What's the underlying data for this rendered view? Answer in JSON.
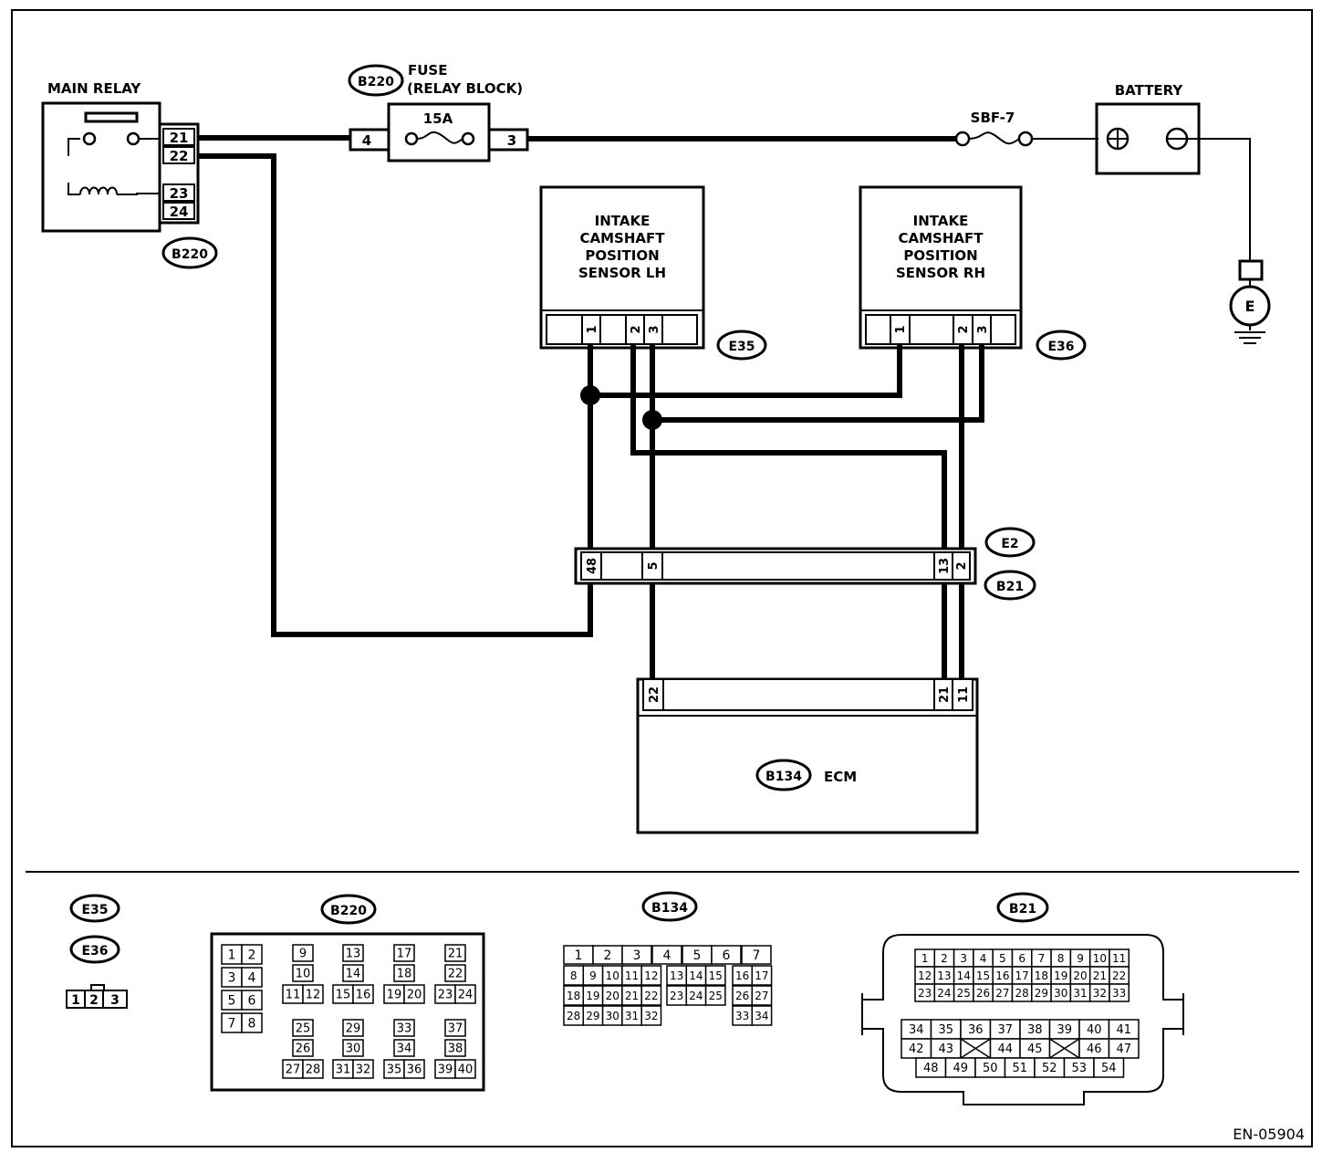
{
  "labels": {
    "main_relay": "MAIN RELAY",
    "fuse_title": "FUSE",
    "fuse_sub": "(RELAY BLOCK)",
    "fuse_rating": "15A",
    "sbf": "SBF-7",
    "battery": "BATTERY",
    "ground": "E",
    "ecm": "ECM",
    "figure_id": "EN-05904"
  },
  "sensor_lh": [
    "INTAKE",
    "CAMSHAFT",
    "POSITION",
    "SENSOR LH"
  ],
  "sensor_rh": [
    "INTAKE",
    "CAMSHAFT",
    "POSITION",
    "SENSOR RH"
  ],
  "connectors": {
    "b220": "B220",
    "e35": "E35",
    "e36": "E36",
    "e2": "E2",
    "b21": "B21",
    "b134": "B134"
  },
  "pins": {
    "relay": [
      "21",
      "22",
      "23",
      "24"
    ],
    "fuse_left": "4",
    "fuse_right": "3",
    "e35": [
      "1",
      "2",
      "3"
    ],
    "e36": [
      "1",
      "2",
      "3"
    ],
    "e2": [
      "48",
      "5",
      "13",
      "2"
    ],
    "ecm": [
      "22",
      "21",
      "11"
    ]
  },
  "legend": {
    "e35_e36_pins": [
      "1",
      "2",
      "3"
    ],
    "b220_pins": [
      "1",
      "2",
      "3",
      "4",
      "5",
      "6",
      "7",
      "8",
      "9",
      "10",
      "11",
      "12",
      "13",
      "14",
      "15",
      "16",
      "17",
      "18",
      "19",
      "20",
      "21",
      "22",
      "23",
      "24",
      "25",
      "26",
      "27",
      "28",
      "29",
      "30",
      "31",
      "32",
      "33",
      "34",
      "35",
      "36",
      "37",
      "38",
      "39",
      "40"
    ],
    "b134_pins": [
      "1",
      "2",
      "3",
      "4",
      "5",
      "6",
      "7",
      "8",
      "9",
      "10",
      "11",
      "12",
      "13",
      "14",
      "15",
      "16",
      "17",
      "18",
      "19",
      "20",
      "21",
      "22",
      "23",
      "24",
      "25",
      "26",
      "27",
      "28",
      "29",
      "30",
      "31",
      "32",
      "33",
      "34"
    ],
    "b21_pins": [
      "1",
      "2",
      "3",
      "4",
      "5",
      "6",
      "7",
      "8",
      "9",
      "10",
      "11",
      "12",
      "13",
      "14",
      "15",
      "16",
      "17",
      "18",
      "19",
      "20",
      "21",
      "22",
      "23",
      "24",
      "25",
      "26",
      "27",
      "28",
      "29",
      "30",
      "31",
      "32",
      "33",
      "34",
      "35",
      "36",
      "37",
      "38",
      "39",
      "40",
      "41",
      "42",
      "43",
      "44",
      "45",
      "46",
      "47",
      "48",
      "49",
      "50",
      "51",
      "52",
      "53",
      "54"
    ]
  }
}
